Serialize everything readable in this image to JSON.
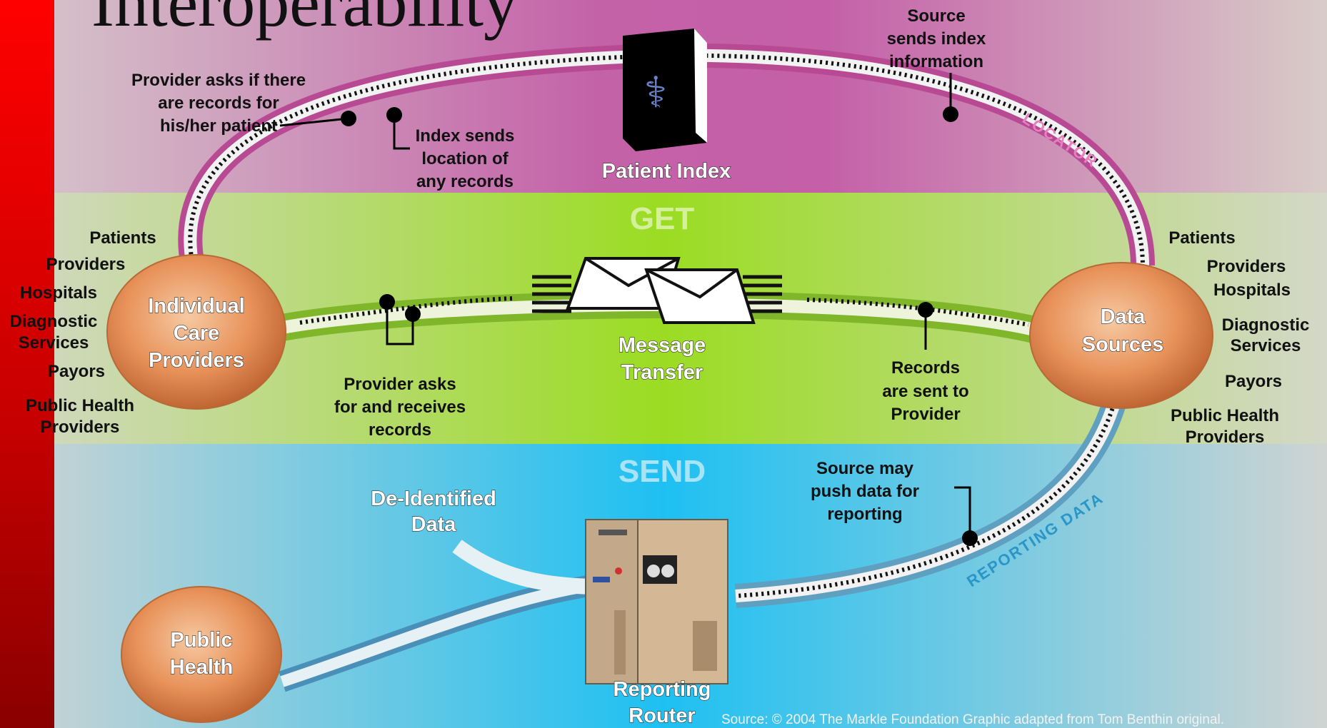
{
  "title": "Interoperability",
  "bands": {
    "get": "GET",
    "send": "SEND"
  },
  "arcs": {
    "locator": "LOCATOR",
    "reporting": "REPORTING DATA"
  },
  "nodes": {
    "patient_index": "Patient Index",
    "message_transfer": [
      "Message",
      "Transfer"
    ],
    "individual_care": [
      "Individual",
      "Care",
      "Providers"
    ],
    "data_sources": [
      "Data",
      "Sources"
    ],
    "public_health": [
      "Public",
      "Health"
    ],
    "reporting_router": [
      "Reporting",
      "Router"
    ],
    "deidentified": [
      "De-Identified",
      "Data"
    ]
  },
  "notes": {
    "provider_asks": [
      "Provider asks if there",
      "are records for",
      "his/her patient"
    ],
    "index_sends": [
      "Index sends",
      "location of",
      "any records"
    ],
    "source_sends_index": [
      "Source",
      "sends index",
      "information"
    ],
    "provider_receives": [
      "Provider asks",
      "for and receives",
      "records"
    ],
    "records_sent": [
      "Records",
      "are sent to",
      "Provider"
    ],
    "source_push": [
      "Source may",
      "push data for",
      "reporting"
    ]
  },
  "left_entities": [
    "Patients",
    "Providers",
    "Hospitals",
    "Diagnostic",
    "Services",
    "Payors",
    "Public Health",
    "Providers"
  ],
  "right_entities": [
    "Patients",
    "Providers",
    "Hospitals",
    "Diagnostic",
    "Services",
    "Payors",
    "Public Health",
    "Providers"
  ],
  "source_credit": "Source: © 2004 The Markle Foundation   Graphic adapted from Tom Benthin original.",
  "colors": {
    "red_bar": "#d40000",
    "locator_band": "#c060a8",
    "get_band": "#a4dc3c",
    "send_band": "#30bde8",
    "node_orange": "#e98f50"
  }
}
